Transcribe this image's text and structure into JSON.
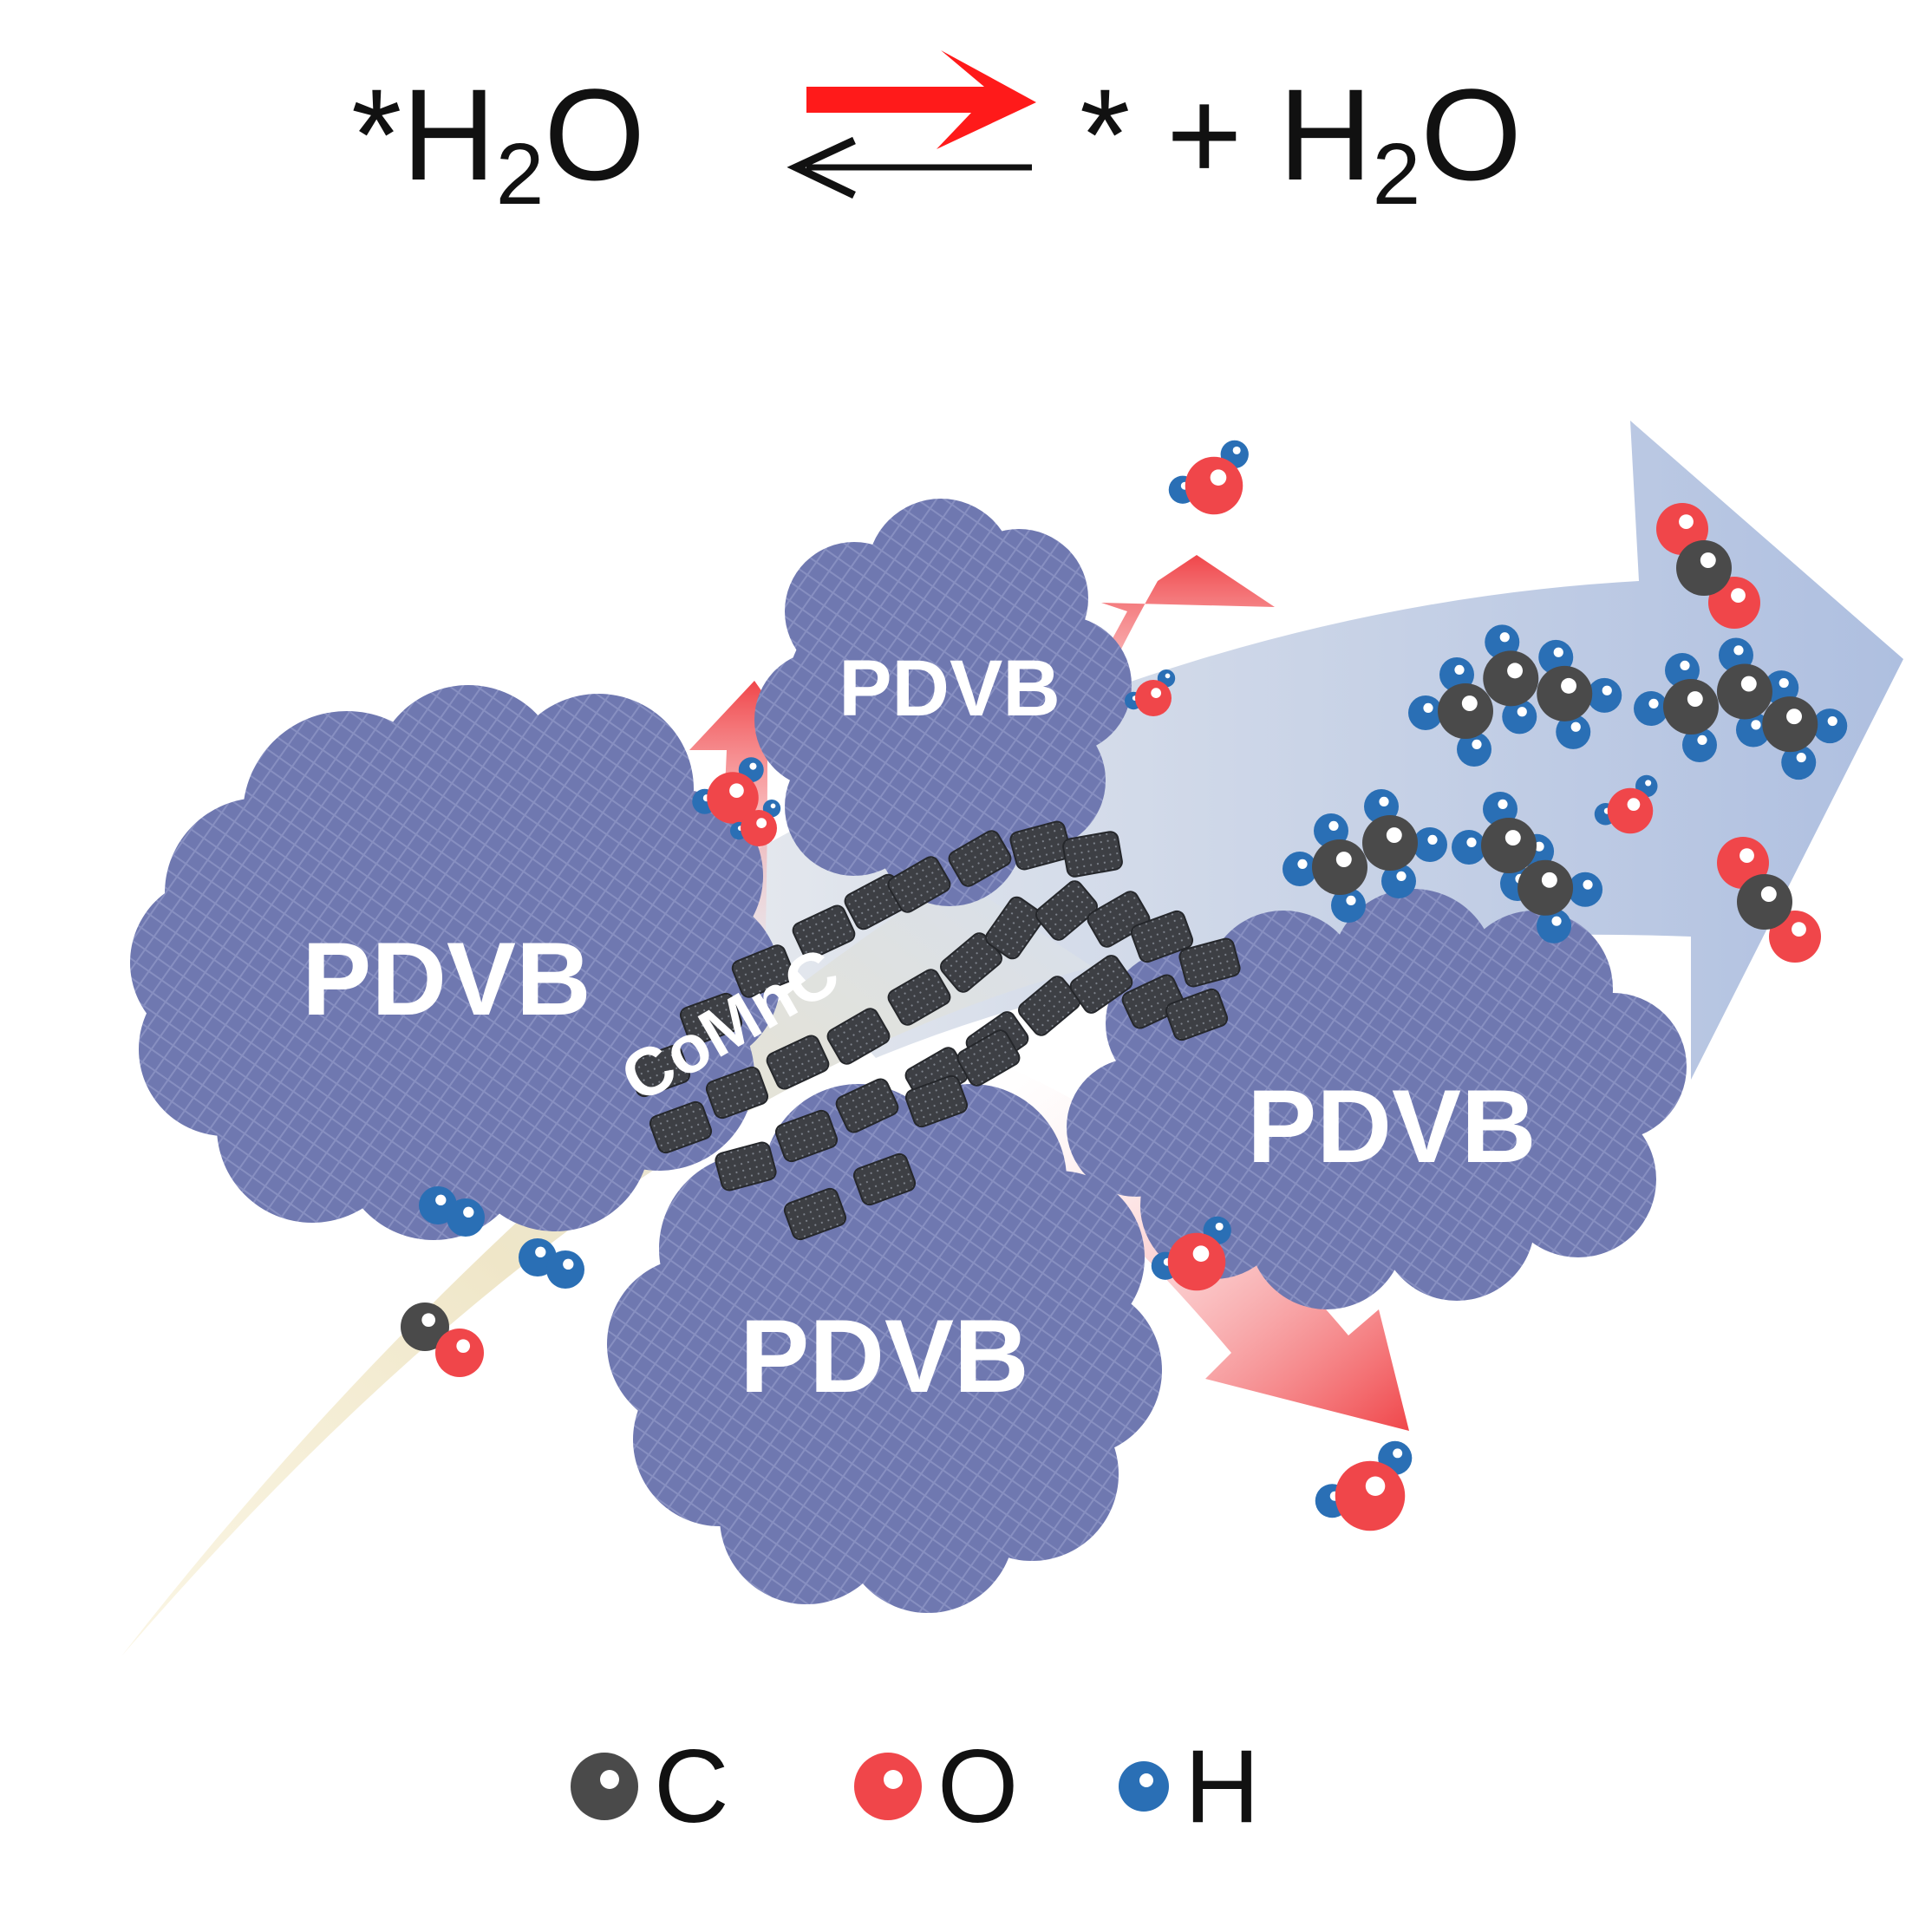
{
  "equation": {
    "left": "*H",
    "left_sub": "2",
    "left_tail": "O",
    "right": "* + H",
    "right_sub": "2",
    "right_tail": "O"
  },
  "labels": {
    "pdvb": "PDVB",
    "catalyst": "CoMnC"
  },
  "legend": [
    {
      "symbol": "C",
      "color": "#4a4a4a"
    },
    {
      "symbol": "O",
      "color": "#f0464a"
    },
    {
      "symbol": "H",
      "color": "#2a6fb5"
    }
  ],
  "colors": {
    "pdvb_cloud": "#6f78b0",
    "big_arrow": "#b3c4e2",
    "feed_stream": "#f3e7c4",
    "water_arrow": "#f0464a",
    "equilibrium_forward": "#ff1a1a",
    "equilibrium_reverse": "#111111",
    "catalyst_particle": "#3d3f44"
  }
}
